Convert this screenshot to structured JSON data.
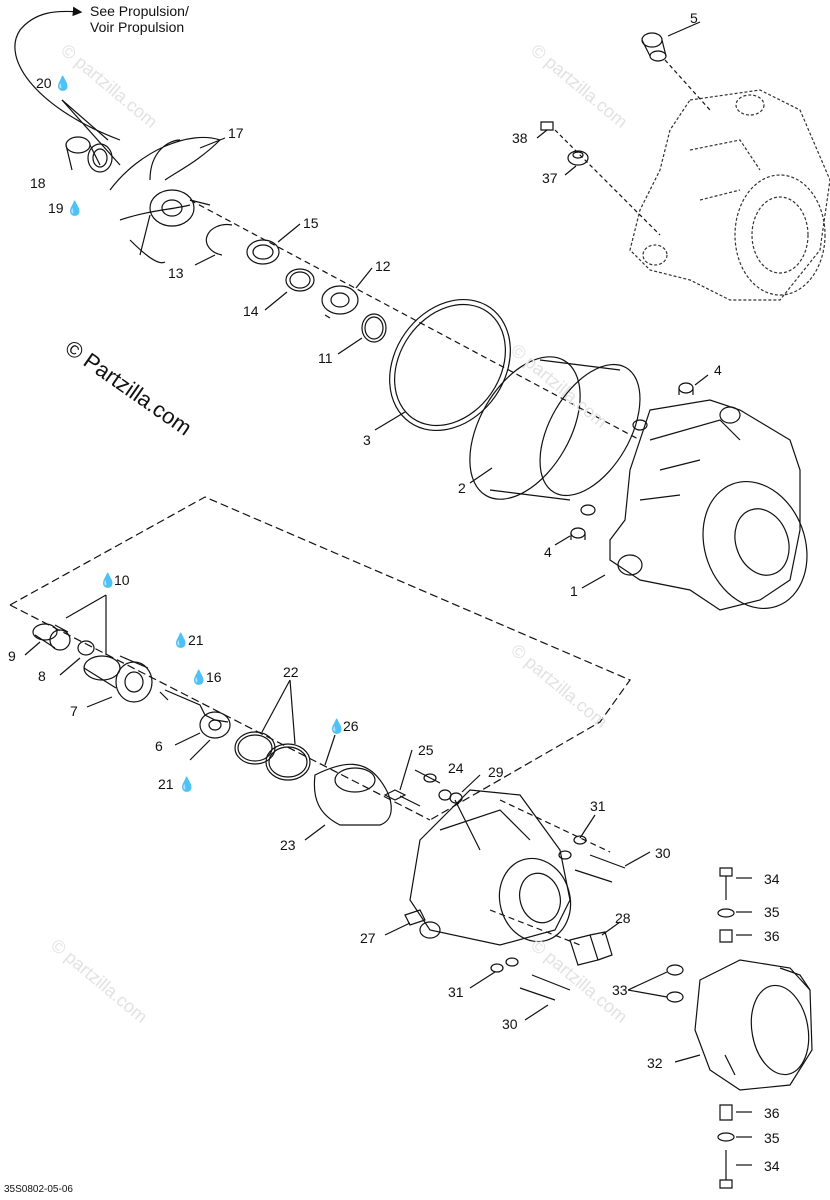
{
  "header_note": {
    "line1": "See Propulsion/",
    "line2": "Voir Propulsion"
  },
  "watermark_main": "© Partzilla.com",
  "watermark_faint": "© partzilla.com",
  "diagram_code": "35S0802-05-06",
  "drop_icon": "oil-drop-icon",
  "labels": [
    {
      "id": "l5",
      "text": "5"
    },
    {
      "id": "l20",
      "text": "20"
    },
    {
      "id": "l17",
      "text": "17"
    },
    {
      "id": "l38",
      "text": "38"
    },
    {
      "id": "l37",
      "text": "37"
    },
    {
      "id": "l18",
      "text": "18"
    },
    {
      "id": "l19",
      "text": "19"
    },
    {
      "id": "l15",
      "text": "15"
    },
    {
      "id": "l13",
      "text": "13"
    },
    {
      "id": "l12",
      "text": "12"
    },
    {
      "id": "l14",
      "text": "14"
    },
    {
      "id": "l11",
      "text": "11"
    },
    {
      "id": "l4a",
      "text": "4"
    },
    {
      "id": "l3",
      "text": "3"
    },
    {
      "id": "l2",
      "text": "2"
    },
    {
      "id": "l4b",
      "text": "4"
    },
    {
      "id": "l1",
      "text": "1"
    },
    {
      "id": "l10",
      "text": "10"
    },
    {
      "id": "l9",
      "text": "9"
    },
    {
      "id": "l21a",
      "text": "21"
    },
    {
      "id": "l8",
      "text": "8"
    },
    {
      "id": "l16",
      "text": "16"
    },
    {
      "id": "l7",
      "text": "7"
    },
    {
      "id": "l22",
      "text": "22"
    },
    {
      "id": "l26",
      "text": "26"
    },
    {
      "id": "l6",
      "text": "6"
    },
    {
      "id": "l21b",
      "text": "21"
    },
    {
      "id": "l25",
      "text": "25"
    },
    {
      "id": "l24",
      "text": "24"
    },
    {
      "id": "l29",
      "text": "29"
    },
    {
      "id": "l31a",
      "text": "31"
    },
    {
      "id": "l23",
      "text": "23"
    },
    {
      "id": "l30a",
      "text": "30"
    },
    {
      "id": "l34a",
      "text": "34"
    },
    {
      "id": "l35a",
      "text": "35"
    },
    {
      "id": "l28",
      "text": "28"
    },
    {
      "id": "l27",
      "text": "27"
    },
    {
      "id": "l36a",
      "text": "36"
    },
    {
      "id": "l33",
      "text": "33"
    },
    {
      "id": "l31b",
      "text": "31"
    },
    {
      "id": "l30b",
      "text": "30"
    },
    {
      "id": "l32",
      "text": "32"
    },
    {
      "id": "l36b",
      "text": "36"
    },
    {
      "id": "l35b",
      "text": "35"
    },
    {
      "id": "l34b",
      "text": "34"
    }
  ]
}
